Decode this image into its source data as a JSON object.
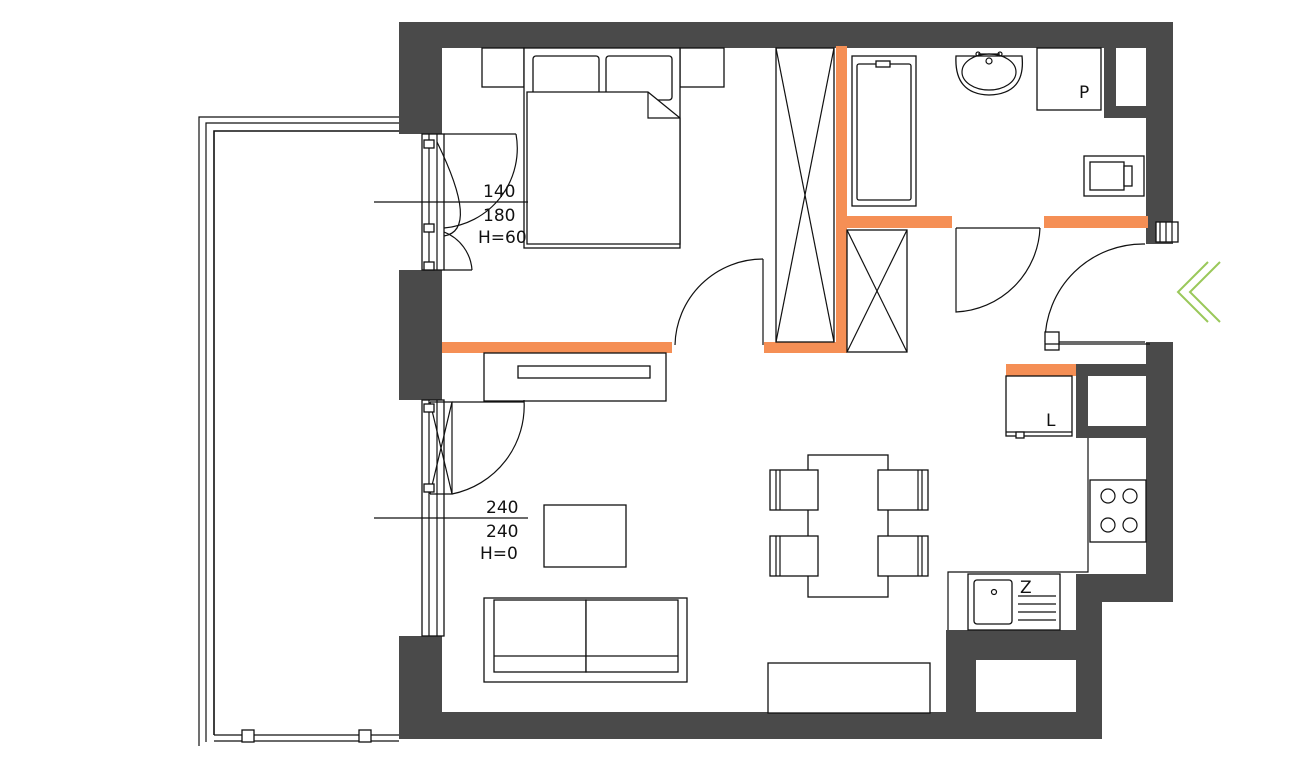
{
  "window_labels": {
    "bedroom": {
      "line1": "140",
      "line2": "180",
      "line3": "H=60"
    },
    "living": {
      "line1": "240",
      "line2": "240",
      "line3": "H=0"
    }
  },
  "appliance_labels": {
    "washer": "P",
    "fridge": "L",
    "sink": "Z"
  },
  "colors": {
    "wall": "#4a4a4a",
    "partition": "#f58f55",
    "entrance_arrow": "#9ac85a"
  },
  "icons": {
    "entrance": "double-chevron-left-icon"
  }
}
